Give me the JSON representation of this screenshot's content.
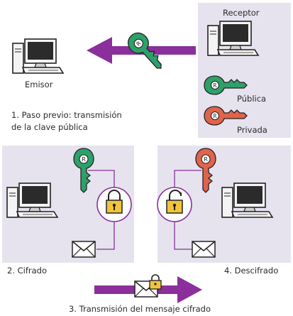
{
  "labels": {
    "receptor": "Receptor",
    "emisor": "Emisor",
    "publica": "Pública",
    "privada": "Privada",
    "step1_line1": "1. Paso previo: transmisión",
    "step1_line2": "de la clave pública",
    "step2": "2. Cifrado",
    "step3": "3. Transmisión del mensaje cifrado",
    "step4": "4. Descifrado"
  },
  "icons": {
    "public_key": "key-icon",
    "private_key": "key-icon",
    "padlock": "padlock-icon",
    "envelope": "envelope-icon",
    "computer": "computer-icon"
  },
  "colors": {
    "panel": "#e6e3ef",
    "arrow": "#8a2f9b",
    "public_key": "#2ea06a",
    "private_key": "#e0634b",
    "padlock": "#f2c43a",
    "monitor": "#f4f4f4"
  }
}
